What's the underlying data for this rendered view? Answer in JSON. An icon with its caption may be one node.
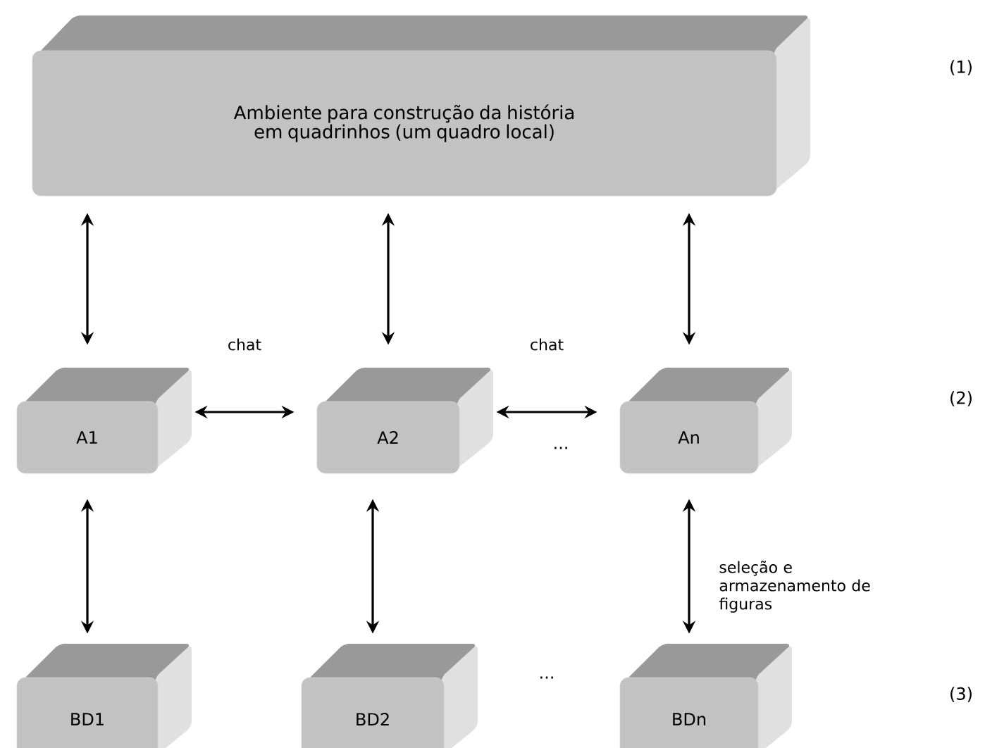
{
  "diagram": {
    "nodes": [
      {
        "text": [
          "Ambiente para construção da história em quadrinhos (um quadro local)"
        ]
      },
      {
        "text": [
          "A1"
        ]
      },
      {
        "text": [
          "A2"
        ]
      },
      {
        "text": [
          "An"
        ]
      },
      {
        "text": [
          "BD1"
        ]
      },
      {
        "text": [
          "BD2"
        ]
      },
      {
        "text": [
          "BDn"
        ]
      }
    ],
    "edges": [
      {
        "from": 0,
        "to": 1,
        "arrow": "both"
      },
      {
        "from": 0,
        "to": 2,
        "arrow": "both"
      },
      {
        "from": 0,
        "to": 3,
        "arrow": "both"
      },
      {
        "from": 1,
        "to": 2,
        "arrow": "both",
        "label": "chat"
      },
      {
        "from": 2,
        "to": 3,
        "arrow": "both",
        "label": "chat"
      },
      {
        "from": 1,
        "to": 4,
        "arrow": "both"
      },
      {
        "from": 2,
        "to": 5,
        "arrow": "both"
      },
      {
        "from": 3,
        "to": 6,
        "arrow": "both",
        "label": "seleção e armazenamento de figuras"
      }
    ],
    "labels": [
      "(1)",
      "(2)",
      "...",
      "...",
      "(3)"
    ]
  }
}
